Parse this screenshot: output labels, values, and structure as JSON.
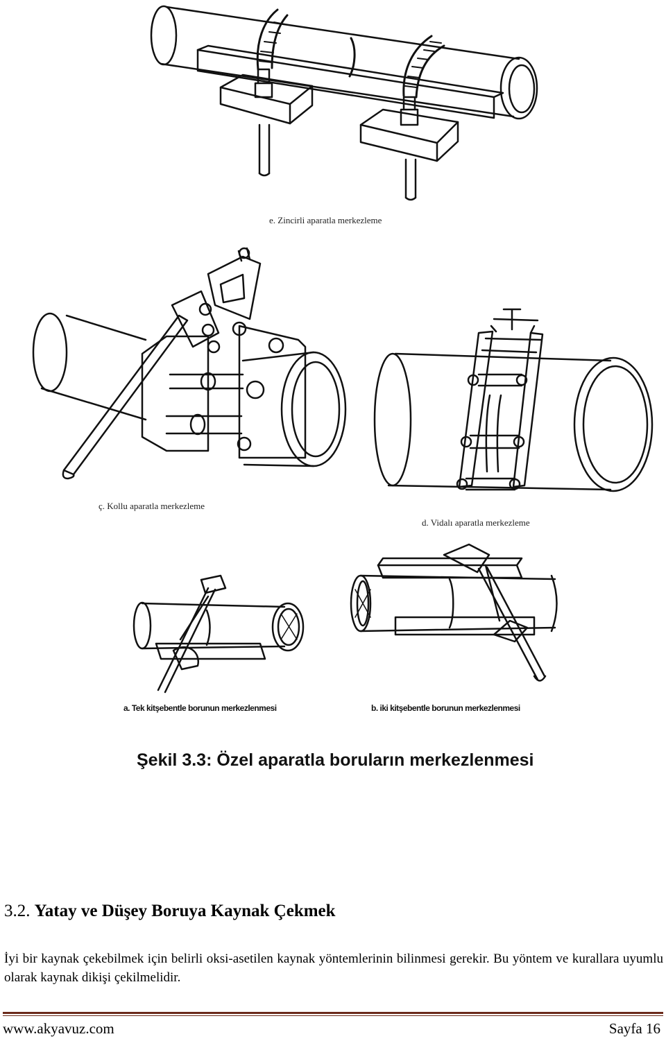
{
  "figure": {
    "captions": {
      "e": "e. Zincirli aparatla merkezleme",
      "c": "ç. Kollu aparatla merkezleme",
      "d": "d. Vidalı aparatla merkezleme",
      "a": "a. Tek kitşebentle borunun merkezlenmesi",
      "b": "b. iki kitşebentle borunun merkezlenmesi"
    },
    "title": "Şekil 3.3: Özel aparatla boruların merkezlenmesi"
  },
  "section": {
    "number": "3.2.",
    "title": "Yatay ve Düşey Boruya Kaynak Çekmek"
  },
  "paragraph": "İyi bir kaynak çekebilmek için belirli oksi-asetilen kaynak yöntemlerinin bilinmesi gerekir. Bu yöntem ve kurallara uyumlu olarak kaynak dikişi çekilmelidir.",
  "footer": {
    "website": "www.akyavuz.com",
    "page": "Sayfa 16"
  }
}
